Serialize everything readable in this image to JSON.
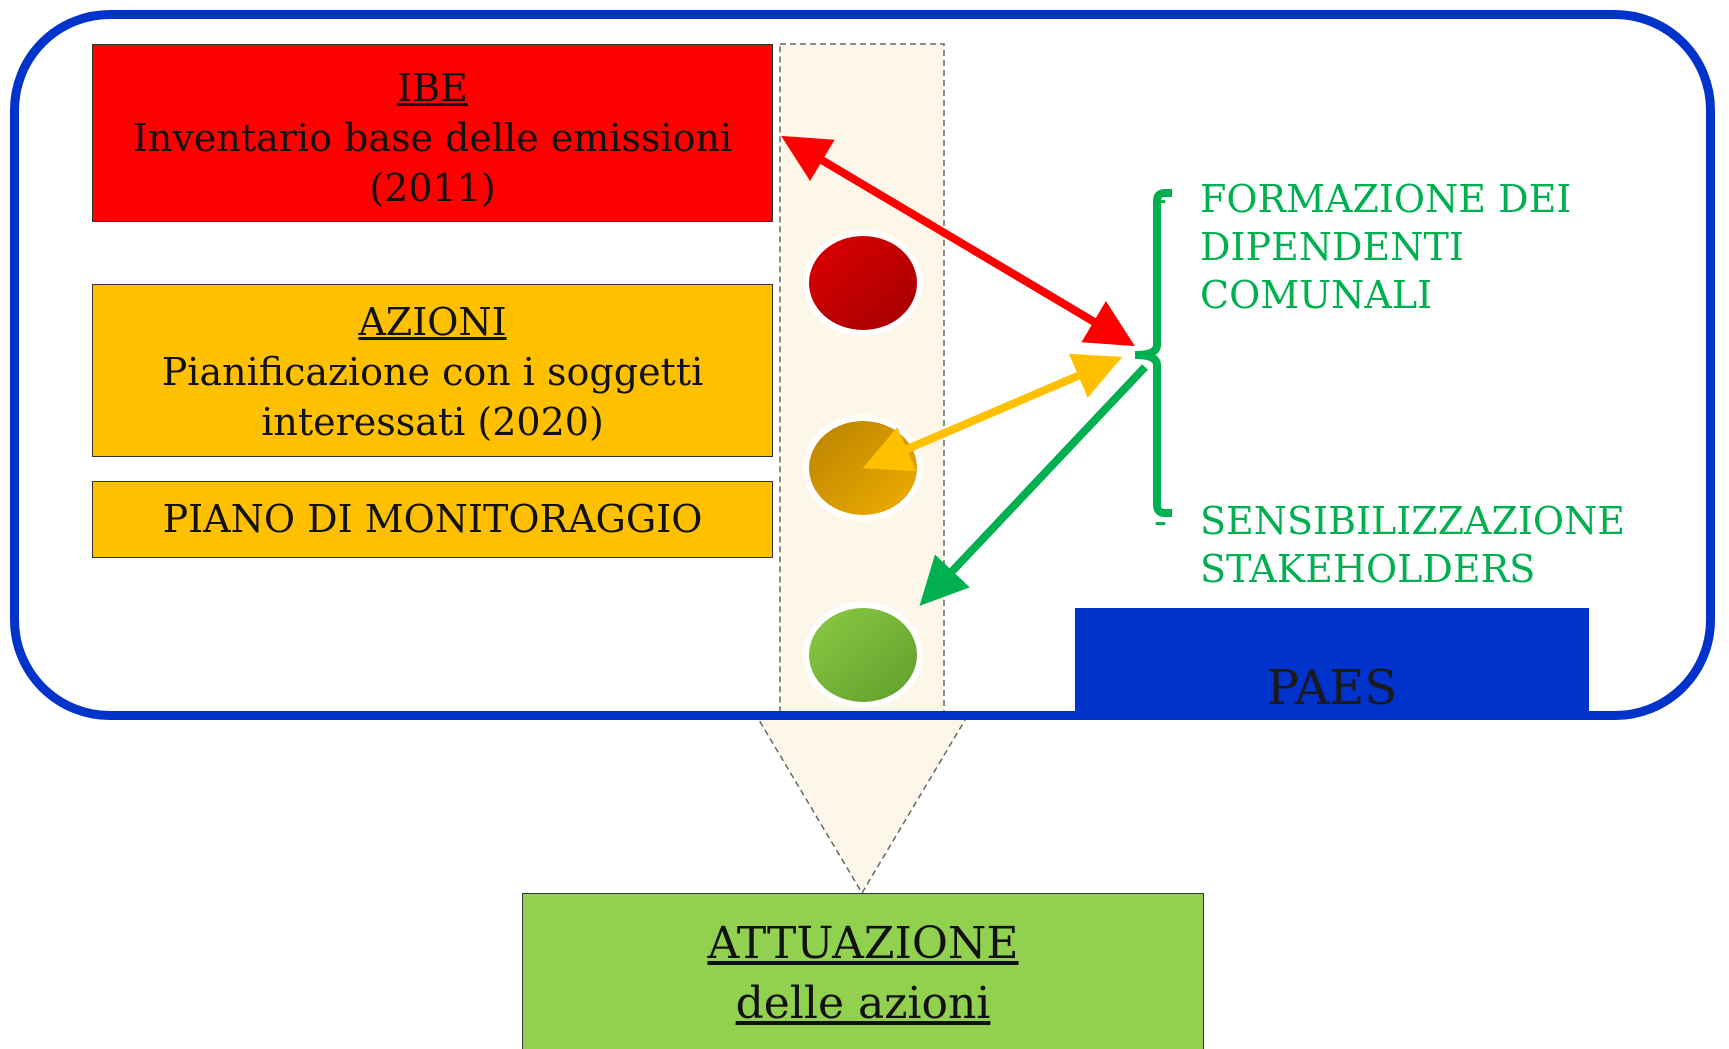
{
  "ibe": {
    "title": "IBE",
    "line1": "Inventario base delle emissioni",
    "line2": "(2011)"
  },
  "azioni": {
    "title": "AZIONI",
    "line1": "Pianificazione con i soggetti",
    "line2": "interessati (2020)"
  },
  "piano": {
    "label": "PIANO DI MONITORAGGIO"
  },
  "bullets": [
    {
      "dash": "-",
      "lines": [
        "FORMAZIONE DEI",
        "DIPENDENTI",
        "COMUNALI"
      ]
    },
    {
      "dash": "-",
      "lines": [
        "SENSIBILIZZAZIONE",
        "STAKEHOLDERS"
      ]
    }
  ],
  "paes": {
    "label": "PAES"
  },
  "attuazione": {
    "title": "ATTUAZIONE",
    "subtitle": "delle azioni"
  },
  "colors": {
    "frame": "#0033cc",
    "red": "#ff0000",
    "amber": "#ffc000",
    "green": "#92d050",
    "bullet_text": "#00b050",
    "arrow_green": "#00b050"
  }
}
